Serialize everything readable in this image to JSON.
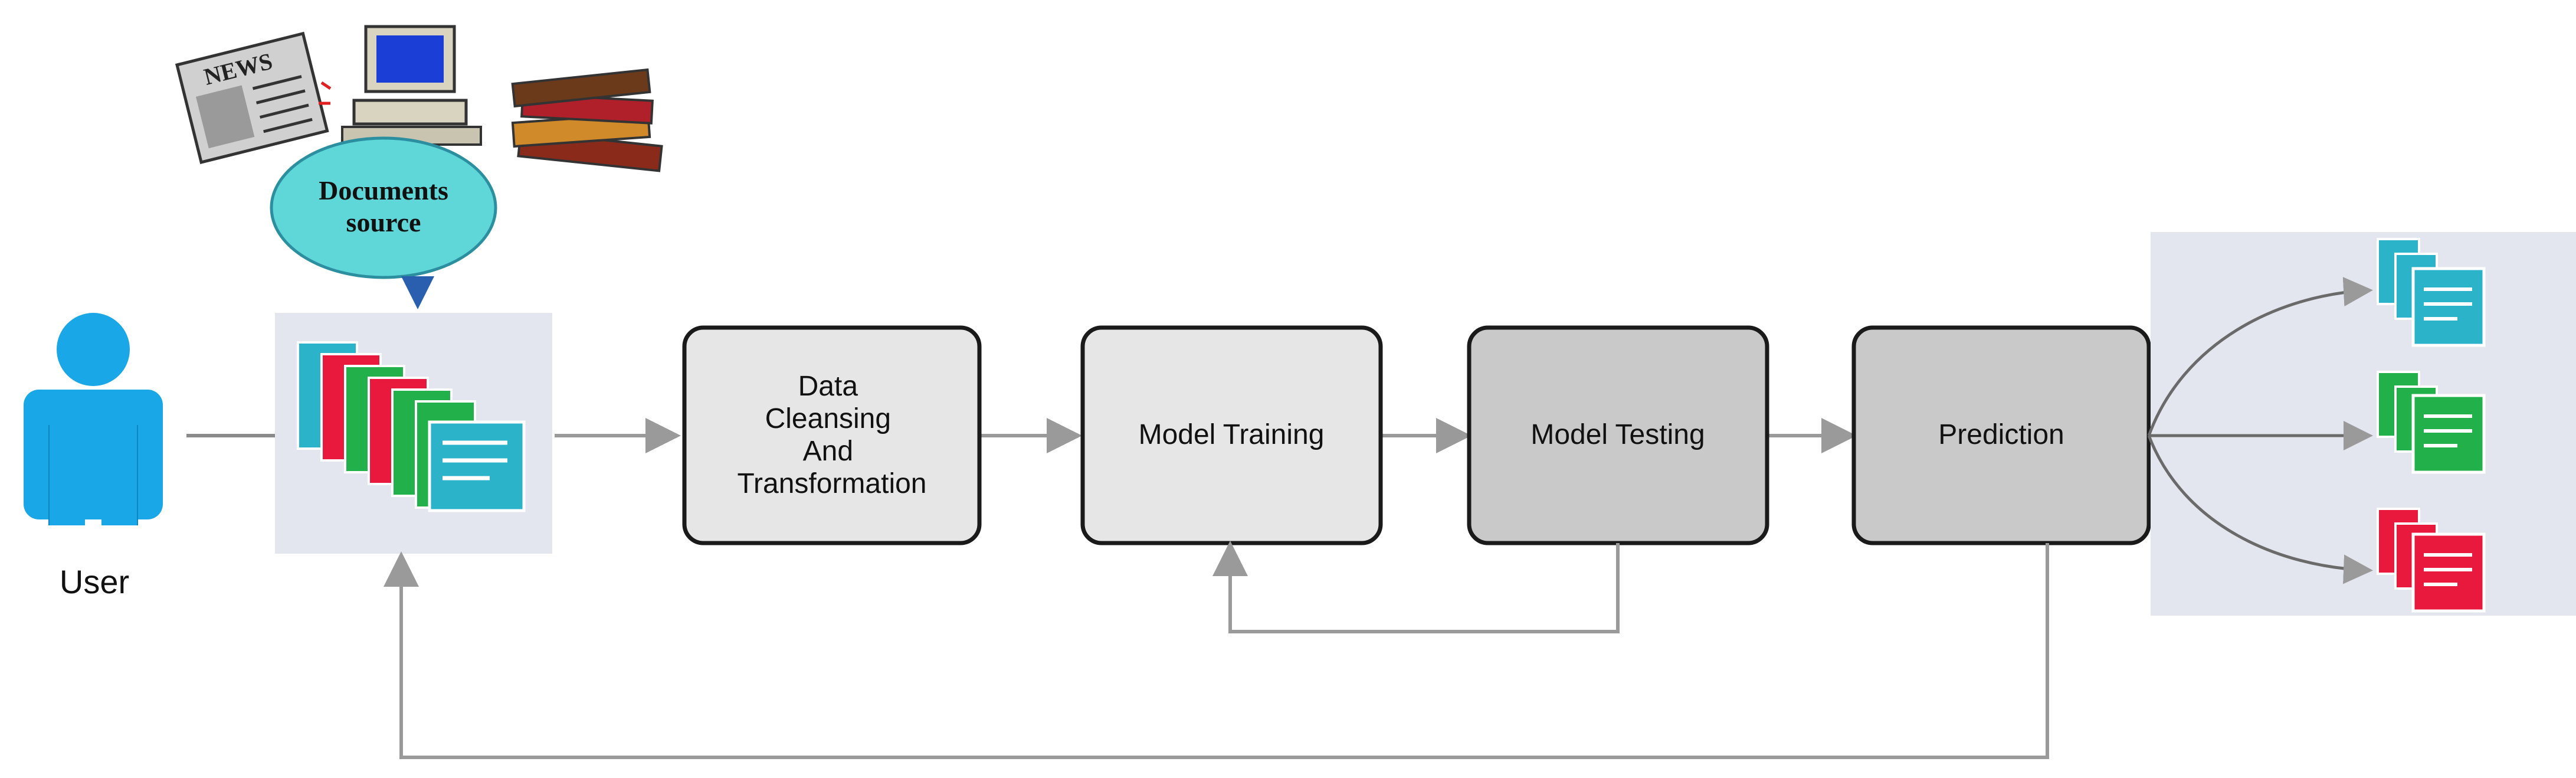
{
  "diagram": {
    "user": {
      "label": "User"
    },
    "source": {
      "line1": "Documents",
      "line2": "source",
      "newspaper_text": "NEWS"
    },
    "steps": [
      {
        "id": "cleansing",
        "lines": [
          "Data",
          "Cleansing",
          "And",
          "Transformation"
        ]
      },
      {
        "id": "training",
        "lines": [
          "Model Training"
        ]
      },
      {
        "id": "testing",
        "lines": [
          "Model Testing"
        ]
      },
      {
        "id": "prediction",
        "lines": [
          "Prediction"
        ]
      }
    ],
    "output_categories": [
      {
        "color": "#2ab3c9",
        "icon": "teal-documents-icon"
      },
      {
        "color": "#22b04a",
        "icon": "green-documents-icon"
      },
      {
        "color": "#e8193c",
        "icon": "red-documents-icon"
      }
    ],
    "colors": {
      "box_light": "#e6e6e6",
      "box_dark": "#c9c9c9",
      "panel": "#e3e6ee",
      "arrow": "#9a9a9a",
      "user": "#1aa7e8",
      "ellipse": "#5fd6d8"
    }
  }
}
